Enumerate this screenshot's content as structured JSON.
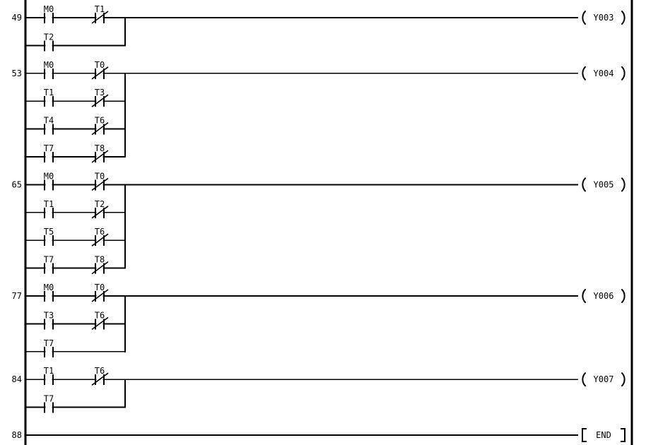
{
  "diagram": {
    "kind": "plc-ladder-diagram",
    "colors": {
      "background": "#ffffff",
      "line": "#000000",
      "text": "#000000"
    },
    "rungs": [
      {
        "number": "49",
        "output": {
          "kind": "coil",
          "label": "Y003"
        },
        "branches": [
          {
            "contacts": [
              {
                "label": "M0",
                "type": "NO"
              },
              {
                "label": "T1",
                "type": "NC"
              }
            ]
          },
          {
            "contacts": [
              {
                "label": "T2",
                "type": "NO"
              }
            ]
          }
        ]
      },
      {
        "number": "53",
        "output": {
          "kind": "coil",
          "label": "Y004"
        },
        "branches": [
          {
            "contacts": [
              {
                "label": "M0",
                "type": "NO"
              },
              {
                "label": "T0",
                "type": "NC"
              }
            ]
          },
          {
            "contacts": [
              {
                "label": "T1",
                "type": "NO"
              },
              {
                "label": "T3",
                "type": "NC"
              }
            ]
          },
          {
            "contacts": [
              {
                "label": "T4",
                "type": "NO"
              },
              {
                "label": "T6",
                "type": "NC"
              }
            ]
          },
          {
            "contacts": [
              {
                "label": "T7",
                "type": "NO"
              },
              {
                "label": "T8",
                "type": "NC"
              }
            ]
          }
        ]
      },
      {
        "number": "65",
        "output": {
          "kind": "coil",
          "label": "Y005"
        },
        "branches": [
          {
            "contacts": [
              {
                "label": "M0",
                "type": "NO"
              },
              {
                "label": "T0",
                "type": "NC"
              }
            ]
          },
          {
            "contacts": [
              {
                "label": "T1",
                "type": "NO"
              },
              {
                "label": "T2",
                "type": "NC"
              }
            ]
          },
          {
            "contacts": [
              {
                "label": "T5",
                "type": "NO"
              },
              {
                "label": "T6",
                "type": "NC"
              }
            ]
          },
          {
            "contacts": [
              {
                "label": "T7",
                "type": "NO"
              },
              {
                "label": "T8",
                "type": "NC"
              }
            ]
          }
        ]
      },
      {
        "number": "77",
        "output": {
          "kind": "coil",
          "label": "Y006"
        },
        "branches": [
          {
            "contacts": [
              {
                "label": "M0",
                "type": "NO"
              },
              {
                "label": "T0",
                "type": "NC"
              }
            ]
          },
          {
            "contacts": [
              {
                "label": "T3",
                "type": "NO"
              },
              {
                "label": "T6",
                "type": "NC"
              }
            ]
          },
          {
            "contacts": [
              {
                "label": "T7",
                "type": "NO"
              }
            ]
          }
        ]
      },
      {
        "number": "84",
        "output": {
          "kind": "coil",
          "label": "Y007"
        },
        "branches": [
          {
            "contacts": [
              {
                "label": "T1",
                "type": "NO"
              },
              {
                "label": "T6",
                "type": "NC"
              }
            ]
          },
          {
            "contacts": [
              {
                "label": "T7",
                "type": "NO"
              }
            ]
          }
        ]
      },
      {
        "number": "88",
        "output": {
          "kind": "end",
          "label": "END"
        },
        "branches": [
          {
            "contacts": []
          }
        ]
      }
    ]
  }
}
